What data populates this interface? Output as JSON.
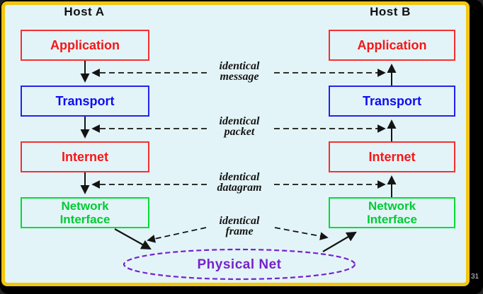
{
  "page": {
    "slide_number": "31"
  },
  "colors": {
    "frame": "#000000",
    "panel_border": "#f2c60c",
    "panel_background": "#e3f4f8",
    "red_layer": "#f61616",
    "blue_layer": "#0d0df2",
    "green_layer": "#00cc33",
    "purple_net": "#7622cc",
    "line": "#141414"
  },
  "hosts": {
    "a": {
      "title": "Host A",
      "layers": {
        "application": "Application",
        "transport": "Transport",
        "internet": "Internet",
        "network_interface": "Network\nInterface"
      }
    },
    "b": {
      "title": "Host B",
      "layers": {
        "application": "Application",
        "transport": "Transport",
        "internet": "Internet",
        "network_interface": "Network\nInterface"
      }
    }
  },
  "links": {
    "message": "identical\nmessage",
    "packet": "identical\npacket",
    "datagram": "identical\ndatagram",
    "frame": "identical\nframe"
  },
  "physical_net": {
    "label": "Physical Net"
  }
}
